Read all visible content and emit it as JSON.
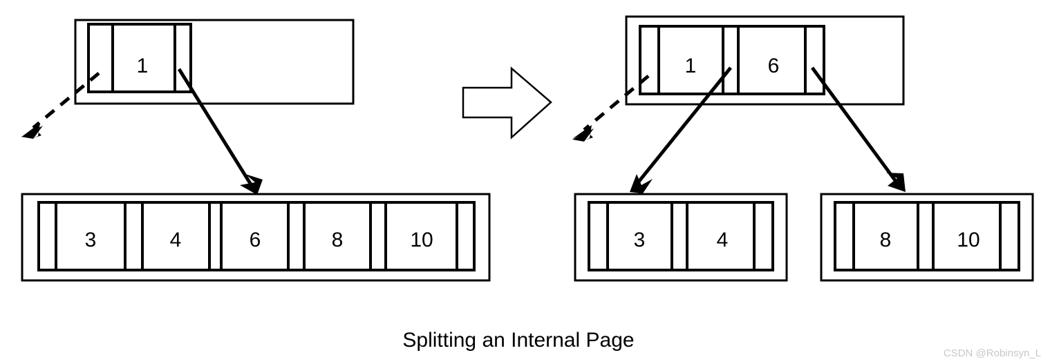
{
  "figure": {
    "caption": "Splitting an Internal Page",
    "watermark": "CSDN @Robinsyn_L",
    "background_color": "#ffffff",
    "line_color": "#000000",
    "watermark_color": "#c8c8c8"
  },
  "before": {
    "label": "before-split",
    "root": {
      "name": "internal-page-root-before",
      "keys": [
        "1"
      ],
      "pointer_slots": 2
    },
    "child": {
      "name": "internal-page-child-before",
      "keys": [
        "3",
        "4",
        "6",
        "8",
        "10"
      ],
      "pointer_slots": 6
    },
    "edges": [
      {
        "name": "dashed-edge-left",
        "style": "dashed",
        "from": "root-pointer-0",
        "to": "offscreen-left"
      },
      {
        "name": "solid-edge-to-child",
        "style": "solid",
        "from": "root-pointer-1",
        "to": "child-node"
      }
    ]
  },
  "transition": {
    "name": "split-transition-arrow",
    "icon": "right-block-arrow"
  },
  "after": {
    "label": "after-split",
    "root": {
      "name": "internal-page-root-after",
      "keys": [
        "1",
        "6"
      ],
      "pointer_slots": 3
    },
    "children": [
      {
        "name": "internal-page-child-left-after",
        "keys": [
          "3",
          "4"
        ],
        "pointer_slots": 3
      },
      {
        "name": "internal-page-child-right-after",
        "keys": [
          "8",
          "10"
        ],
        "pointer_slots": 3
      }
    ],
    "edges": [
      {
        "name": "dashed-edge-left",
        "style": "dashed",
        "from": "root-pointer-0",
        "to": "offscreen-left"
      },
      {
        "name": "solid-edge-to-left-child",
        "style": "solid",
        "from": "root-pointer-1",
        "to": "left-child-node"
      },
      {
        "name": "solid-edge-to-right-child",
        "style": "solid",
        "from": "root-pointer-2",
        "to": "right-child-node"
      }
    ]
  }
}
